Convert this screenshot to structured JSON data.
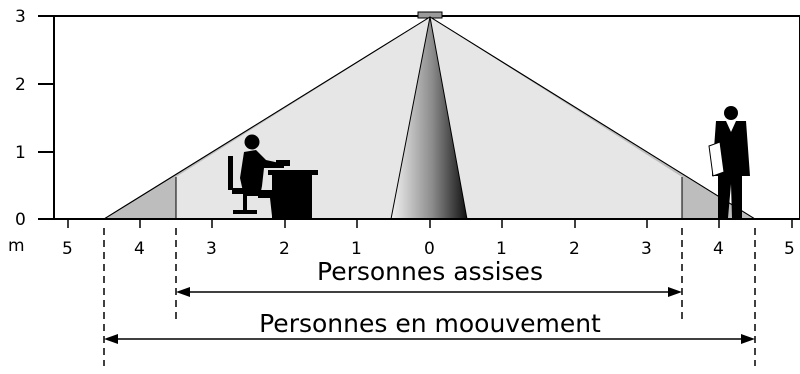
{
  "diagram": {
    "y_ticks": [
      "0",
      "1",
      "2",
      "3"
    ],
    "unit_label": "m",
    "x_ticks": [
      "5",
      "4",
      "3",
      "2",
      "1",
      "0",
      "1",
      "2",
      "3",
      "4",
      "5"
    ],
    "seated_label": "Personnes assises",
    "moving_label": "Personnes en moouvement",
    "colors": {
      "cone_light": "#e6e6e6",
      "cone_edge": "#bdbdbd",
      "center_dark": "#2a2a2a",
      "ink": "#000000"
    }
  }
}
